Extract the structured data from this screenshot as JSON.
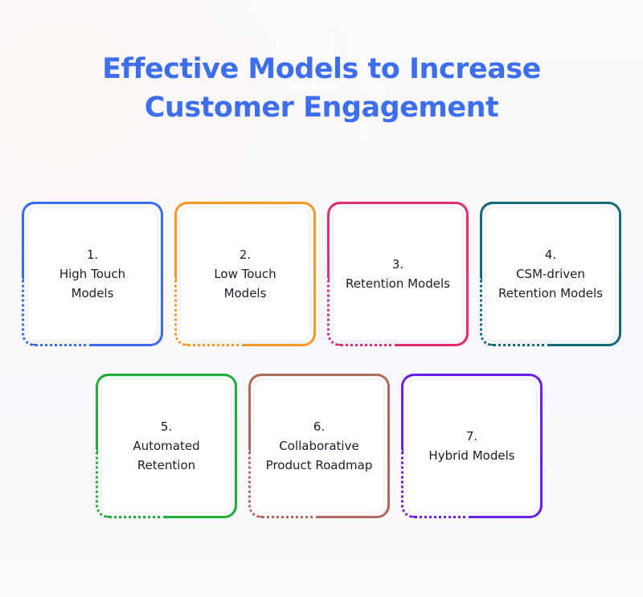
{
  "title": {
    "line1": "Effective Models to Increase",
    "line2": "Customer Engagement",
    "color": "#3d6ef0"
  },
  "cards": [
    {
      "number": "1.",
      "line1": "High Touch",
      "line2": "Models",
      "color": "#3a6cf0"
    },
    {
      "number": "2.",
      "line1": "Low Touch",
      "line2": "Models",
      "color": "#f39a2b"
    },
    {
      "number": "3.",
      "line1": "Retention Models",
      "line2": "",
      "color": "#e32d6e"
    },
    {
      "number": "4.",
      "line1": "CSM-driven",
      "line2": "Retention Models",
      "color": "#136b78"
    },
    {
      "number": "5.",
      "line1": "Automated",
      "line2": "Retention",
      "color": "#1fae3a"
    },
    {
      "number": "6.",
      "line1": "Collaborative",
      "line2": "Product Roadmap",
      "color": "#b06a5c"
    },
    {
      "number": "7.",
      "line1": "Hybrid Models",
      "line2": "",
      "color": "#6a1ee6"
    }
  ]
}
